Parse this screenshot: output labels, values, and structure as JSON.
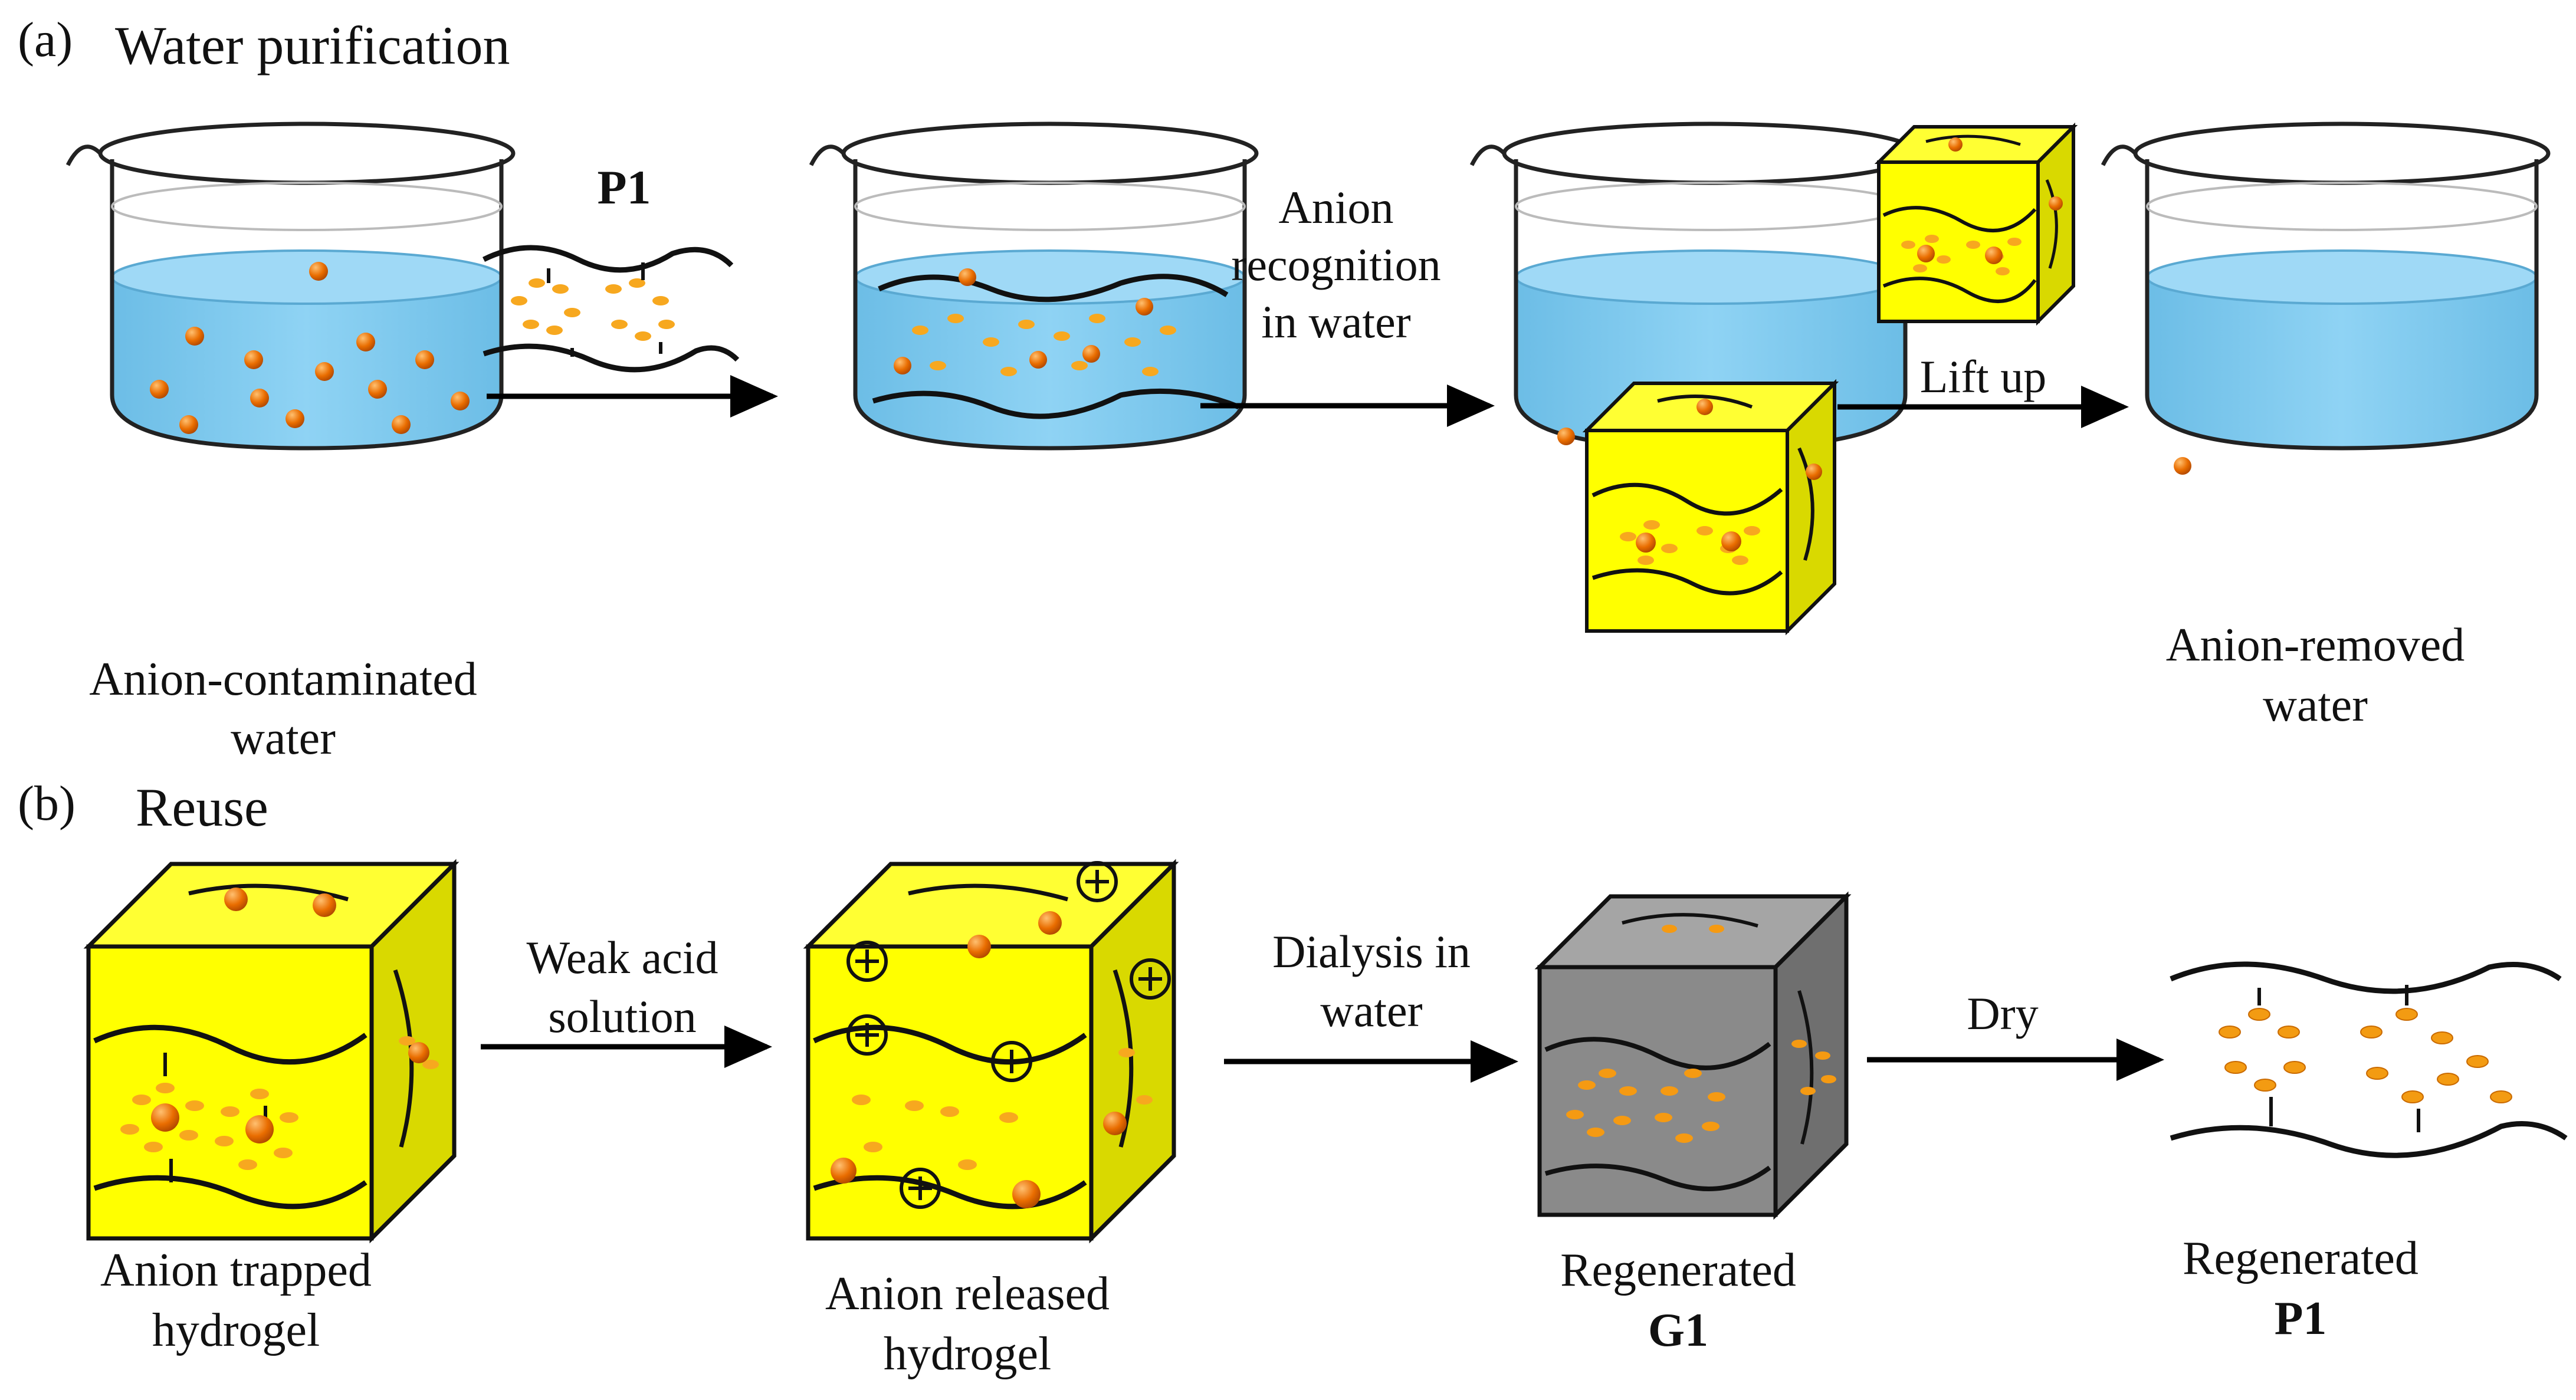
{
  "panel_a": {
    "letter": "(a)",
    "title": "Water purification",
    "reagent": "P1",
    "step2_line1": "Anion",
    "step2_line2": "recognition",
    "step2_line3": "in water",
    "step3": "Lift up",
    "start_line1": "Anion-contaminated",
    "start_line2": "water",
    "end_line1": "Anion-removed",
    "end_line2": "water"
  },
  "panel_b": {
    "letter": "(b)",
    "title": "Reuse",
    "step1_line1": "Weak acid",
    "step1_line2": "solution",
    "step2_line1": "Dialysis in",
    "step2_line2": "water",
    "step3": "Dry",
    "c1_line1": "Anion trapped",
    "c1_line2": "hydrogel",
    "c2_line1": "Anion released",
    "c2_line2": "hydrogel",
    "c3_line1": "Regenerated",
    "c3_line2": "G1",
    "c4_line1": "Regenerated",
    "c4_line2": "P1"
  },
  "colors": {
    "water": "#7ec8ee",
    "hydrogel": "#ffff00",
    "regenerated_gel": "#8a8a8a",
    "anion": "#e06a00",
    "arrow": "#000000"
  }
}
